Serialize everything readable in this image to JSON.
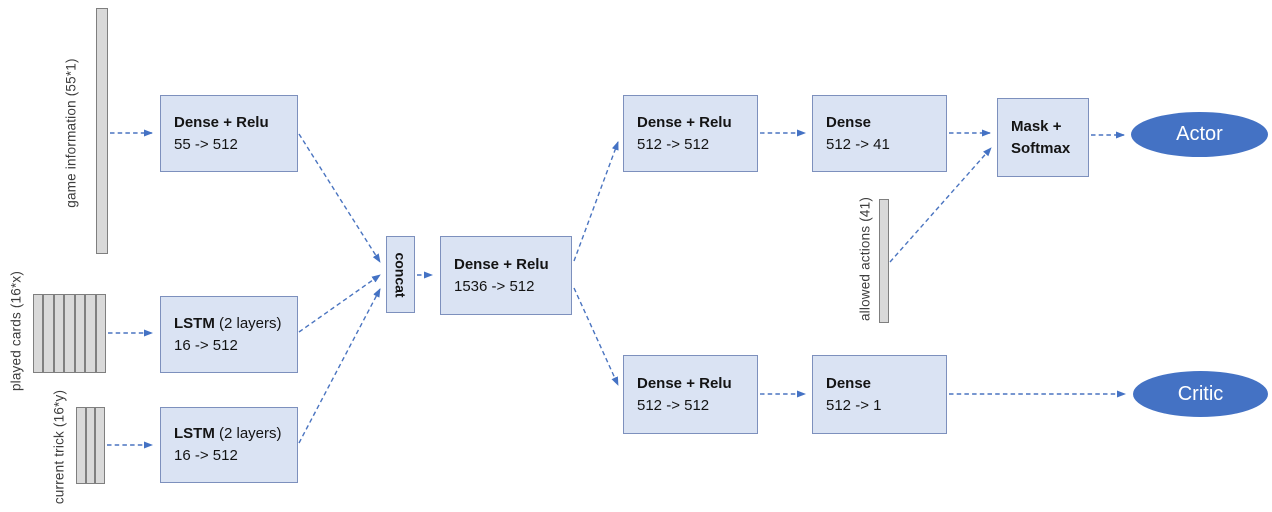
{
  "diagram": {
    "inputs": {
      "game_information": {
        "label": "game information (55*1)",
        "bars": 1
      },
      "played_cards": {
        "label": "played cards (16*x)",
        "bars": 7
      },
      "current_trick": {
        "label": "current trick (16*y)",
        "bars": 3
      },
      "allowed_actions": {
        "label": "allowed actions (41)",
        "bars": 1
      }
    },
    "nodes": {
      "dense_game": {
        "title": "Dense + Relu",
        "detail": "55 -> 512"
      },
      "lstm_played": {
        "title": "LSTM",
        "title_suffix": " (2 layers)",
        "detail": "16 -> 512"
      },
      "lstm_trick": {
        "title": "LSTM",
        "title_suffix": " (2 layers)",
        "detail": "16 -> 512"
      },
      "concat": {
        "title": "concat"
      },
      "dense_merge": {
        "title": "Dense + Relu",
        "detail": "1536 -> 512"
      },
      "dense_actor_hidden": {
        "title": "Dense + Relu",
        "detail": "512 -> 512"
      },
      "dense_actor_out": {
        "title": "Dense",
        "detail": "512 -> 41"
      },
      "mask_softmax": {
        "title": "Mask +",
        "detail": "Softmax"
      },
      "dense_critic_hidden": {
        "title": "Dense + Relu",
        "detail": "512 -> 512"
      },
      "dense_critic_out": {
        "title": "Dense",
        "detail": "512 -> 1"
      }
    },
    "outputs": {
      "actor": {
        "label": "Actor"
      },
      "critic": {
        "label": "Critic"
      }
    },
    "colors": {
      "box_fill": "#dae3f3",
      "box_border": "#7d90bd",
      "bar_fill": "#d9d9d9",
      "bar_border": "#7f7f7f",
      "arrow": "#4472c4",
      "output_fill": "#4472c4",
      "output_text": "#ffffff"
    }
  }
}
